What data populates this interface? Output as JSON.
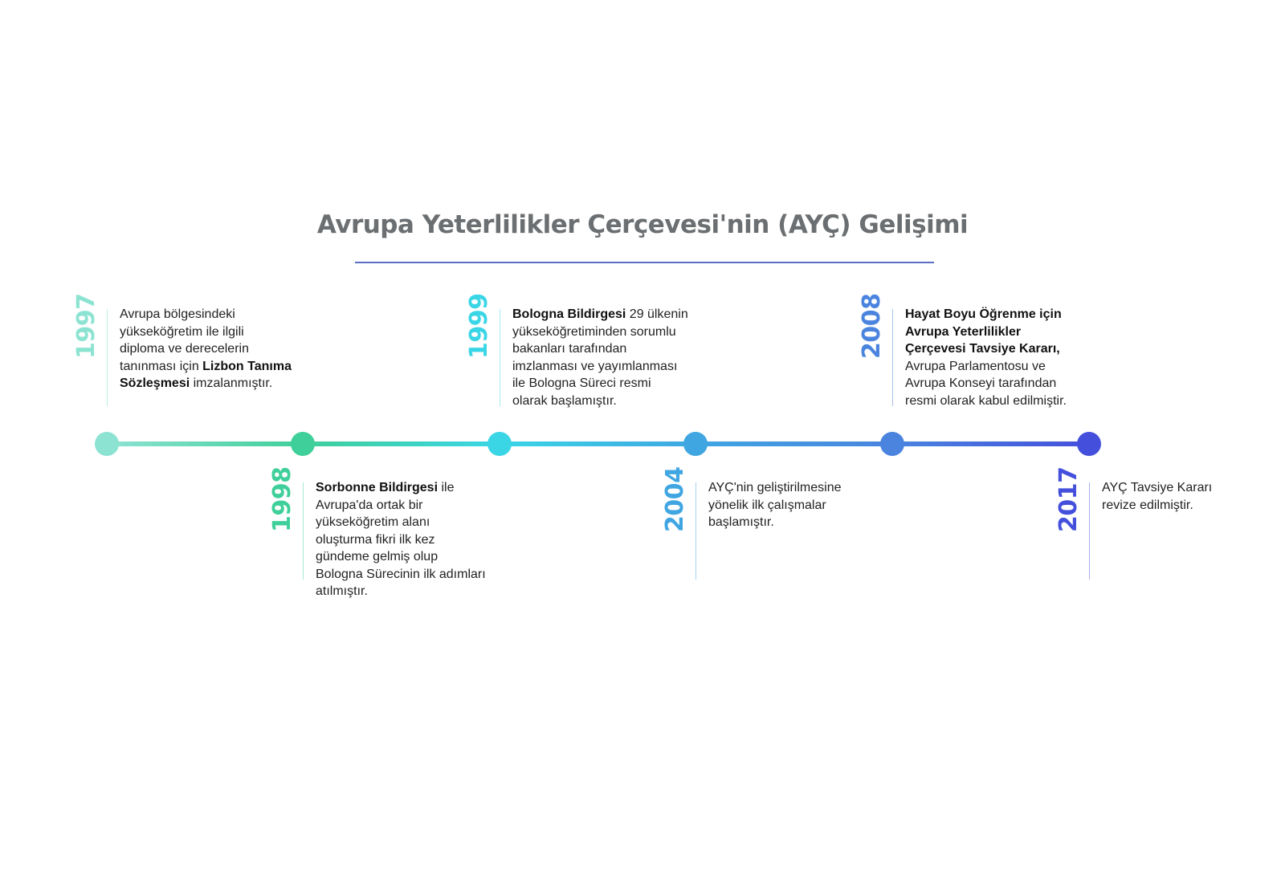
{
  "title": "Avrupa Yeterlilikler Çerçevesi'nin (AYÇ) Gelişimi",
  "events": [
    {
      "year": "1997",
      "color": "#8de3d2",
      "line_color": "#bfeee4",
      "lines": [
        [
          {
            "t": "Avrupa bölgesindeki"
          }
        ],
        [
          {
            "t": "yükseköğretim ile ilgili"
          }
        ],
        [
          {
            "t": "diploma ve derecelerin"
          }
        ],
        [
          {
            "t": "tanınması için "
          },
          {
            "t": "Lizbon Tanıma",
            "b": true
          }
        ],
        [
          {
            "t": "Sözleşmesi",
            "b": true
          },
          {
            "t": " imzalanmıştır."
          }
        ]
      ]
    },
    {
      "year": "1998",
      "color": "#3fcf9a",
      "line_color": "#a8ead0",
      "lines": [
        [
          {
            "t": "Sorbonne Bildirgesi",
            "b": true
          },
          {
            "t": " ile"
          }
        ],
        [
          {
            "t": "Avrupa'da ortak bir"
          }
        ],
        [
          {
            "t": "yükseköğretim alanı"
          }
        ],
        [
          {
            "t": "oluşturma fikri ilk kez"
          }
        ],
        [
          {
            "t": "gündeme gelmiş olup"
          }
        ],
        [
          {
            "t": "Bologna Sürecinin ilk adımları"
          }
        ],
        [
          {
            "t": "atılmıştır."
          }
        ]
      ]
    },
    {
      "year": "1999",
      "color": "#3ad6e6",
      "line_color": "#a5e9f0",
      "lines": [
        [
          {
            "t": "Bologna Bildirgesi",
            "b": true
          },
          {
            "t": " 29 ülkenin"
          }
        ],
        [
          {
            "t": "yükseköğretiminden sorumlu"
          }
        ],
        [
          {
            "t": "bakanları tarafından"
          }
        ],
        [
          {
            "t": "imzlanması ve yayımlanması"
          }
        ],
        [
          {
            "t": "ile Bologna Süreci resmi"
          }
        ],
        [
          {
            "t": "olarak başlamıştır."
          }
        ]
      ]
    },
    {
      "year": "2004",
      "color": "#3fa6e2",
      "line_color": "#a6d3ef",
      "lines": [
        [
          {
            "t": "AYÇ'nin geliştirilmesine"
          }
        ],
        [
          {
            "t": "yönelik ilk çalışmalar"
          }
        ],
        [
          {
            "t": "başlamıştır."
          }
        ]
      ]
    },
    {
      "year": "2008",
      "color": "#4a84df",
      "line_color": "#a8c2ee",
      "lines": [
        [
          {
            "t": "Hayat Boyu Öğrenme için",
            "b": true
          }
        ],
        [
          {
            "t": "Avrupa Yeterlilikler",
            "b": true
          }
        ],
        [
          {
            "t": "Çerçevesi Tavsiye Kararı,",
            "b": true
          }
        ],
        [
          {
            "t": "Avrupa Parlamentosu ve"
          }
        ],
        [
          {
            "t": "Avrupa Konseyi tarafından"
          }
        ],
        [
          {
            "t": "resmi olarak kabul edilmiştir."
          }
        ]
      ]
    },
    {
      "year": "2017",
      "color": "#4450dc",
      "line_color": "#aab0ee",
      "lines": [
        [
          {
            "t": "AYÇ Tavsiye Kararı"
          }
        ],
        [
          {
            "t": "revize edilmiştir."
          }
        ]
      ]
    }
  ]
}
